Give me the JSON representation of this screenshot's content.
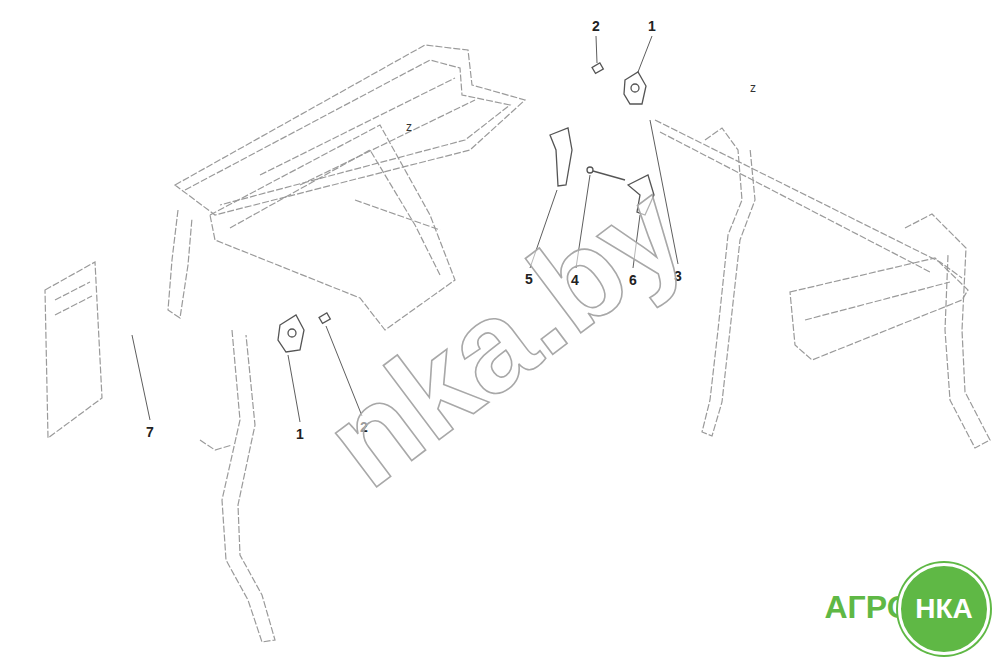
{
  "diagram": {
    "nodes": [
      {
        "text": [
          "НКА"
        ]
      }
    ],
    "labels": [
      "2",
      "1",
      "z",
      "z",
      "5",
      "4",
      "6",
      "3",
      "7",
      "1",
      "2",
      "nka.by",
      "АГРО"
    ]
  }
}
